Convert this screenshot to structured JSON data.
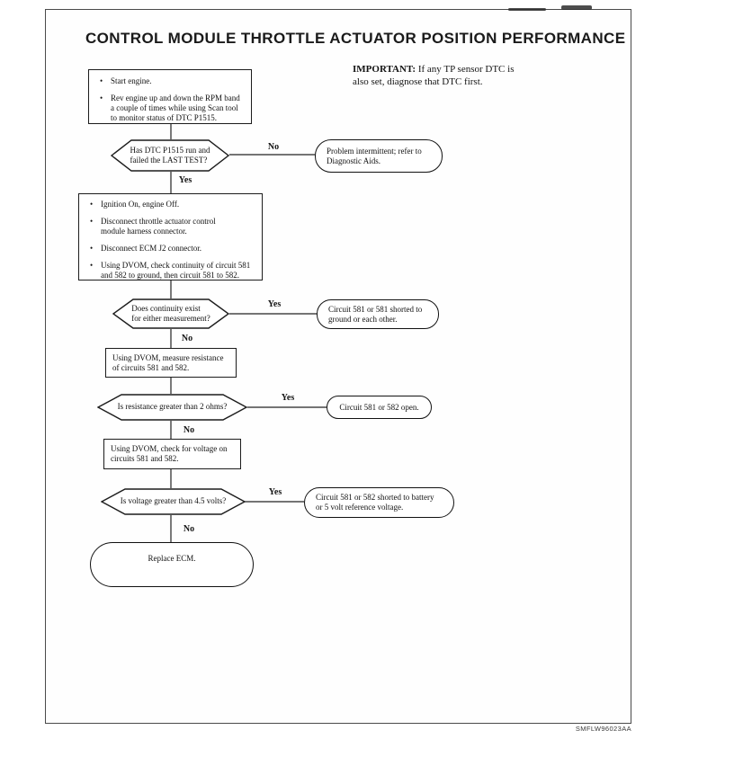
{
  "page": {
    "title": "CONTROL MODULE THROTTLE ACTUATOR POSITION PERFORMANCE",
    "doc_code": "SMFLW96023AA"
  },
  "important": {
    "label": "IMPORTANT:",
    "text": " If any TP sensor DTC is\nalso set, diagnose that DTC first."
  },
  "glyphs": {
    "bullet": "•"
  },
  "labels": {
    "yes": "Yes",
    "no": "No"
  },
  "flowchart": {
    "box1": {
      "bullets": [
        "Start engine.",
        "Rev engine up and down the RPM band\na couple of times while using Scan tool\nto monitor status of DTC P1515."
      ]
    },
    "decision1": {
      "text": "Has DTC P1515 run and\nfailed the LAST TEST?"
    },
    "oval1": {
      "text": "Problem intermittent; refer to\nDiagnostic Aids."
    },
    "box2": {
      "bullets": [
        "Ignition On, engine Off.",
        "Disconnect throttle actuator control\nmodule harness connector.",
        "Disconnect ECM J2 connector.",
        "Using DVOM, check continuity of circuit 581\nand 582 to ground, then circuit 581 to 582."
      ]
    },
    "decision2": {
      "text": "Does continuity exist\nfor either measurement?"
    },
    "oval2": {
      "text": "Circuit 581 or 581 shorted to\nground or each other."
    },
    "box3": {
      "text": "Using DVOM, measure resistance\nof circuits 581 and 582."
    },
    "decision3": {
      "text": "Is resistance greater than 2 ohms?"
    },
    "oval3": {
      "text": "Circuit 581 or 582 open."
    },
    "box4": {
      "text": "Using DVOM, check for voltage on\ncircuits 581 and 582."
    },
    "decision4": {
      "text": "Is voltage greater than 4.5 volts?"
    },
    "oval4": {
      "text": "Circuit 581 or 582 shorted to battery\nor 5 volt reference voltage."
    },
    "terminator": {
      "text": "Replace ECM."
    }
  }
}
